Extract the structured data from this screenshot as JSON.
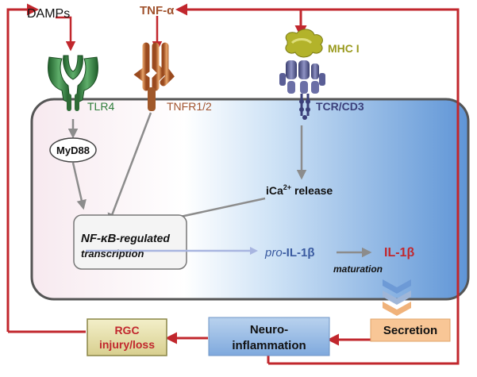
{
  "labels": {
    "damps": "DAMPs",
    "tnf": "TNF-α",
    "mhc": "MHC I",
    "tlr4": "TLR4",
    "tnfr": "TNFR1/2",
    "tcr": "TCR/CD3",
    "myd88": "MyD88",
    "ica_main": "iCa",
    "ica_sup": "2+",
    "ica_rest": " release",
    "nfkb_line1_a": "NF-κB",
    "nfkb_line1_b": "-regulated",
    "nfkb_line2": "transcription",
    "pro_prefix": "pro",
    "pro_rest": "-IL-1β",
    "il1b": "IL-1β",
    "maturation": "maturation",
    "rgc_line1": "RGC",
    "rgc_line2": "injury/loss",
    "neuro_line1": "Neuro-",
    "neuro_line2": "inflammation",
    "secretion": "Secretion"
  },
  "colors": {
    "arrow_red": "#c1272d",
    "arrow_gray": "#8c8c8c",
    "tlr4_green": "#2e7d3a",
    "tnf_brown": "#a0522d",
    "mhc_olive": "#9a9a1e",
    "tcr_navy": "#3b3f7a",
    "il1b_red": "#c1272d",
    "pro_blue": "#3a5aa0"
  }
}
